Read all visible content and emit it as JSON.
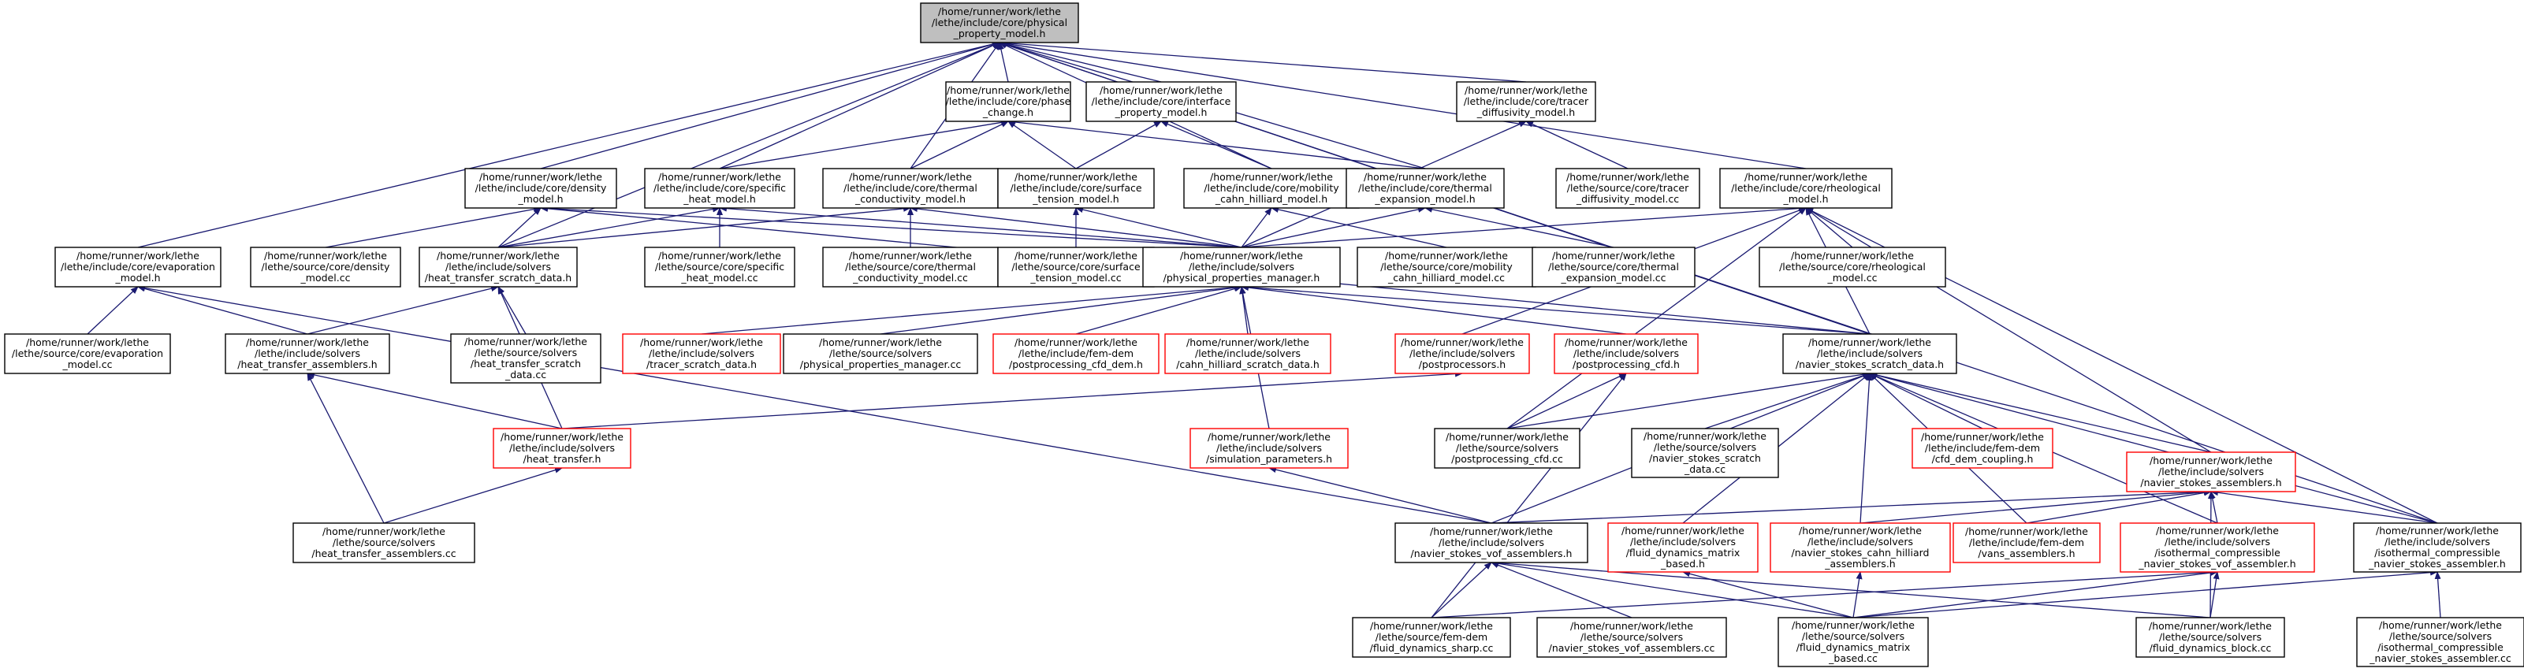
{
  "colors": {
    "edge": "#191970",
    "node_border": "#000000",
    "node_border_incomplete": "#ff0000",
    "root_fill": "#bfbfbf",
    "node_fill": "#ffffff",
    "text": "#000000"
  },
  "nodes": [
    {
      "id": "root",
      "lines": [
        "/home/runner/work/lethe",
        "/lethe/include/core/physical",
        "_property_model.h"
      ],
      "style": "root"
    },
    {
      "id": "phase",
      "lines": [
        "/home/runner/work/lethe",
        "/lethe/include/core/phase",
        "_change.h"
      ],
      "style": "normal"
    },
    {
      "id": "interface",
      "lines": [
        "/home/runner/work/lethe",
        "/lethe/include/core/interface",
        "_property_model.h"
      ],
      "style": "normal"
    },
    {
      "id": "tracer",
      "lines": [
        "/home/runner/work/lethe",
        "/lethe/include/core/tracer",
        "_diffusivity_model.h"
      ],
      "style": "normal"
    },
    {
      "id": "density",
      "lines": [
        "/home/runner/work/lethe",
        "/lethe/include/core/density",
        "_model.h"
      ],
      "style": "normal"
    },
    {
      "id": "specific",
      "lines": [
        "/home/runner/work/lethe",
        "/lethe/include/core/specific",
        "_heat_model.h"
      ],
      "style": "normal"
    },
    {
      "id": "thermalc",
      "lines": [
        "/home/runner/work/lethe",
        "/lethe/include/core/thermal",
        "_conductivity_model.h"
      ],
      "style": "normal"
    },
    {
      "id": "surface",
      "lines": [
        "/home/runner/work/lethe",
        "/lethe/include/core/surface",
        "_tension_model.h"
      ],
      "style": "normal"
    },
    {
      "id": "mobility",
      "lines": [
        "/home/runner/work/lethe",
        "/lethe/include/core/mobility",
        "_cahn_hilliard_model.h"
      ],
      "style": "normal"
    },
    {
      "id": "thermexp",
      "lines": [
        "/home/runner/work/lethe",
        "/lethe/include/core/thermal",
        "_expansion_model.h"
      ],
      "style": "normal"
    },
    {
      "id": "tracer_cc",
      "lines": [
        "/home/runner/work/lethe",
        "/lethe/source/core/tracer",
        "_diffusivity_model.cc"
      ],
      "style": "normal"
    },
    {
      "id": "rheo",
      "lines": [
        "/home/runner/work/lethe",
        "/lethe/include/core/rheological",
        "_model.h"
      ],
      "style": "normal"
    },
    {
      "id": "evap",
      "lines": [
        "/home/runner/work/lethe",
        "/lethe/include/core/evaporation",
        "_model.h"
      ],
      "style": "normal"
    },
    {
      "id": "density_cc",
      "lines": [
        "/home/runner/work/lethe",
        "/lethe/source/core/density",
        "_model.cc"
      ],
      "style": "normal"
    },
    {
      "id": "hts",
      "lines": [
        "/home/runner/work/lethe",
        "/lethe/include/solvers",
        "/heat_transfer_scratch_data.h"
      ],
      "style": "normal"
    },
    {
      "id": "specific_cc",
      "lines": [
        "/home/runner/work/lethe",
        "/lethe/source/core/specific",
        "_heat_model.cc"
      ],
      "style": "normal"
    },
    {
      "id": "thermalc_cc",
      "lines": [
        "/home/runner/work/lethe",
        "/lethe/source/core/thermal",
        "_conductivity_model.cc"
      ],
      "style": "normal"
    },
    {
      "id": "surface_cc",
      "lines": [
        "/home/runner/work/lethe",
        "/lethe/source/core/surface",
        "_tension_model.cc"
      ],
      "style": "normal"
    },
    {
      "id": "ppm",
      "lines": [
        "/home/runner/work/lethe",
        "/lethe/include/solvers",
        "/physical_properties_manager.h"
      ],
      "style": "normal"
    },
    {
      "id": "mobility_cc",
      "lines": [
        "/home/runner/work/lethe",
        "/lethe/source/core/mobility",
        "_cahn_hilliard_model.cc"
      ],
      "style": "normal"
    },
    {
      "id": "thermexp_cc",
      "lines": [
        "/home/runner/work/lethe",
        "/lethe/source/core/thermal",
        "_expansion_model.cc"
      ],
      "style": "normal"
    },
    {
      "id": "rheo_cc",
      "lines": [
        "/home/runner/work/lethe",
        "/lethe/source/core/rheological",
        "_model.cc"
      ],
      "style": "normal"
    },
    {
      "id": "evap_cc",
      "lines": [
        "/home/runner/work/lethe",
        "/lethe/source/core/evaporation",
        "_model.cc"
      ],
      "style": "normal"
    },
    {
      "id": "hta",
      "lines": [
        "/home/runner/work/lethe",
        "/lethe/include/solvers",
        "/heat_transfer_assemblers.h"
      ],
      "style": "normal"
    },
    {
      "id": "hts_cc",
      "lines": [
        "/home/runner/work/lethe",
        "/lethe/source/solvers",
        "/heat_transfer_scratch",
        "_data.cc"
      ],
      "style": "normal"
    },
    {
      "id": "tracer_sd",
      "lines": [
        "/home/runner/work/lethe",
        "/lethe/include/solvers",
        "/tracer_scratch_data.h"
      ],
      "style": "incomplete"
    },
    {
      "id": "ppm_cc",
      "lines": [
        "/home/runner/work/lethe",
        "/lethe/source/solvers",
        "/physical_properties_manager.cc"
      ],
      "style": "normal"
    },
    {
      "id": "pp_cfd_dem",
      "lines": [
        "/home/runner/work/lethe",
        "/lethe/include/fem-dem",
        "/postprocessing_cfd_dem.h"
      ],
      "style": "incomplete"
    },
    {
      "id": "chsd",
      "lines": [
        "/home/runner/work/lethe",
        "/lethe/include/solvers",
        "/cahn_hilliard_scratch_data.h"
      ],
      "style": "incomplete"
    },
    {
      "id": "postproc",
      "lines": [
        "/home/runner/work/lethe",
        "/lethe/include/solvers",
        "/postprocessors.h"
      ],
      "style": "incomplete"
    },
    {
      "id": "pp_cfd",
      "lines": [
        "/home/runner/work/lethe",
        "/lethe/include/solvers",
        "/postprocessing_cfd.h"
      ],
      "style": "incomplete"
    },
    {
      "id": "nssd",
      "lines": [
        "/home/runner/work/lethe",
        "/lethe/include/solvers",
        "/navier_stokes_scratch_data.h"
      ],
      "style": "normal"
    },
    {
      "id": "ht",
      "lines": [
        "/home/runner/work/lethe",
        "/lethe/include/solvers",
        "/heat_transfer.h"
      ],
      "style": "incomplete"
    },
    {
      "id": "simparam",
      "lines": [
        "/home/runner/work/lethe",
        "/lethe/include/solvers",
        "/simulation_parameters.h"
      ],
      "style": "incomplete"
    },
    {
      "id": "pp_cfd_cc",
      "lines": [
        "/home/runner/work/lethe",
        "/lethe/source/solvers",
        "/postprocessing_cfd.cc"
      ],
      "style": "normal"
    },
    {
      "id": "nssd_cc",
      "lines": [
        "/home/runner/work/lethe",
        "/lethe/source/solvers",
        "/navier_stokes_scratch",
        "_data.cc"
      ],
      "style": "normal"
    },
    {
      "id": "cfd_dem_coupling",
      "lines": [
        "/home/runner/work/lethe",
        "/lethe/include/fem-dem",
        "/cfd_dem_coupling.h"
      ],
      "style": "incomplete"
    },
    {
      "id": "nsa",
      "lines": [
        "/home/runner/work/lethe",
        "/lethe/include/solvers",
        "/navier_stokes_assemblers.h"
      ],
      "style": "incomplete"
    },
    {
      "id": "hta_cc",
      "lines": [
        "/home/runner/work/lethe",
        "/lethe/source/solvers",
        "/heat_transfer_assemblers.cc"
      ],
      "style": "normal"
    },
    {
      "id": "nsvof",
      "lines": [
        "/home/runner/work/lethe",
        "/lethe/include/solvers",
        "/navier_stokes_vof_assemblers.h"
      ],
      "style": "normal"
    },
    {
      "id": "fdmb",
      "lines": [
        "/home/runner/work/lethe",
        "/lethe/include/solvers",
        "/fluid_dynamics_matrix",
        "_based.h"
      ],
      "style": "incomplete"
    },
    {
      "id": "nscha",
      "lines": [
        "/home/runner/work/lethe",
        "/lethe/include/solvers",
        "/navier_stokes_cahn_hilliard",
        "_assemblers.h"
      ],
      "style": "incomplete"
    },
    {
      "id": "vans",
      "lines": [
        "/home/runner/work/lethe",
        "/lethe/include/fem-dem",
        "/vans_assemblers.h"
      ],
      "style": "incomplete"
    },
    {
      "id": "isovof",
      "lines": [
        "/home/runner/work/lethe",
        "/lethe/include/solvers",
        "/isothermal_compressible",
        "_navier_stokes_vof_assembler.h"
      ],
      "style": "incomplete"
    },
    {
      "id": "isons",
      "lines": [
        "/home/runner/work/lethe",
        "/lethe/include/solvers",
        "/isothermal_compressible",
        "_navier_stokes_assembler.h"
      ],
      "style": "normal"
    },
    {
      "id": "fds_cc",
      "lines": [
        "/home/runner/work/lethe",
        "/lethe/source/fem-dem",
        "/fluid_dynamics_sharp.cc"
      ],
      "style": "normal"
    },
    {
      "id": "nsvof_cc",
      "lines": [
        "/home/runner/work/lethe",
        "/lethe/source/solvers",
        "/navier_stokes_vof_assemblers.cc"
      ],
      "style": "normal"
    },
    {
      "id": "fdmb_cc",
      "lines": [
        "/home/runner/work/lethe",
        "/lethe/source/solvers",
        "/fluid_dynamics_matrix",
        "_based.cc"
      ],
      "style": "normal"
    },
    {
      "id": "fdb_cc",
      "lines": [
        "/home/runner/work/lethe",
        "/lethe/source/solvers",
        "/fluid_dynamics_block.cc"
      ],
      "style": "normal"
    },
    {
      "id": "isons_cc",
      "lines": [
        "/home/runner/work/lethe",
        "/lethe/source/solvers",
        "/isothermal_compressible",
        "_navier_stokes_assembler.cc"
      ],
      "style": "normal"
    }
  ],
  "edges": [
    [
      "root",
      "phase"
    ],
    [
      "root",
      "interface"
    ],
    [
      "root",
      "tracer"
    ],
    [
      "root",
      "density"
    ],
    [
      "root",
      "specific"
    ],
    [
      "root",
      "thermalc"
    ],
    [
      "root",
      "mobility"
    ],
    [
      "root",
      "thermexp"
    ],
    [
      "root",
      "rheo"
    ],
    [
      "root",
      "evap"
    ],
    [
      "root",
      "hts"
    ],
    [
      "root",
      "nssd"
    ],
    [
      "root",
      "isons"
    ],
    [
      "phase",
      "specific"
    ],
    [
      "phase",
      "surface"
    ],
    [
      "phase",
      "thermexp"
    ],
    [
      "phase",
      "thermalc"
    ],
    [
      "interface",
      "surface"
    ],
    [
      "interface",
      "mobility"
    ],
    [
      "tracer",
      "tracer_cc"
    ],
    [
      "tracer",
      "ppm"
    ],
    [
      "density",
      "density_cc"
    ],
    [
      "density",
      "hts"
    ],
    [
      "density",
      "ppm"
    ],
    [
      "density",
      "nssd"
    ],
    [
      "specific",
      "specific_cc"
    ],
    [
      "specific",
      "hts"
    ],
    [
      "specific",
      "ppm"
    ],
    [
      "thermalc",
      "thermalc_cc"
    ],
    [
      "thermalc",
      "hts"
    ],
    [
      "thermalc",
      "ppm"
    ],
    [
      "surface",
      "surface_cc"
    ],
    [
      "surface",
      "ppm"
    ],
    [
      "mobility",
      "mobility_cc"
    ],
    [
      "mobility",
      "ppm"
    ],
    [
      "thermexp",
      "thermexp_cc"
    ],
    [
      "thermexp",
      "ppm"
    ],
    [
      "rheo",
      "rheo_cc"
    ],
    [
      "rheo",
      "ppm"
    ],
    [
      "rheo",
      "nssd"
    ],
    [
      "rheo",
      "postproc"
    ],
    [
      "rheo",
      "pp_cfd_cc"
    ],
    [
      "rheo",
      "nsa"
    ],
    [
      "rheo",
      "isons"
    ],
    [
      "evap",
      "evap_cc"
    ],
    [
      "evap",
      "hta"
    ],
    [
      "evap",
      "nsvof"
    ],
    [
      "hts",
      "hta"
    ],
    [
      "hts",
      "hts_cc"
    ],
    [
      "hts",
      "ht"
    ],
    [
      "ppm",
      "tracer_sd"
    ],
    [
      "ppm",
      "ppm_cc"
    ],
    [
      "ppm",
      "pp_cfd_dem"
    ],
    [
      "ppm",
      "chsd"
    ],
    [
      "ppm",
      "pp_cfd"
    ],
    [
      "ppm",
      "nssd"
    ],
    [
      "ppm",
      "simparam"
    ],
    [
      "hta",
      "ht"
    ],
    [
      "hta",
      "hta_cc"
    ],
    [
      "postproc",
      "ht"
    ],
    [
      "pp_cfd",
      "pp_cfd_cc"
    ],
    [
      "pp_cfd",
      "fds_cc"
    ],
    [
      "nssd",
      "pp_cfd_cc"
    ],
    [
      "nssd",
      "nssd_cc"
    ],
    [
      "nssd",
      "cfd_dem_coupling"
    ],
    [
      "nssd",
      "nsa"
    ],
    [
      "nssd",
      "nsvof"
    ],
    [
      "nssd",
      "fdmb"
    ],
    [
      "nssd",
      "nscha"
    ],
    [
      "nssd",
      "vans"
    ],
    [
      "nssd",
      "isovof"
    ],
    [
      "nssd",
      "isons"
    ],
    [
      "ht",
      "hta_cc"
    ],
    [
      "simparam",
      "nsvof"
    ],
    [
      "nsa",
      "nsvof"
    ],
    [
      "nsa",
      "nscha"
    ],
    [
      "nsa",
      "vans"
    ],
    [
      "nsa",
      "isovof"
    ],
    [
      "nsa",
      "isons"
    ],
    [
      "nsa",
      "fdb_cc"
    ],
    [
      "nsvof",
      "fds_cc"
    ],
    [
      "nsvof",
      "nsvof_cc"
    ],
    [
      "nsvof",
      "fdmb_cc"
    ],
    [
      "nsvof",
      "fdb_cc"
    ],
    [
      "fdmb",
      "fdmb_cc"
    ],
    [
      "nscha",
      "fdmb_cc"
    ],
    [
      "isovof",
      "fdmb_cc"
    ],
    [
      "isovof",
      "fds_cc"
    ],
    [
      "isovof",
      "fdb_cc"
    ],
    [
      "isons",
      "fdmb_cc"
    ],
    [
      "isons",
      "isons_cc"
    ]
  ]
}
